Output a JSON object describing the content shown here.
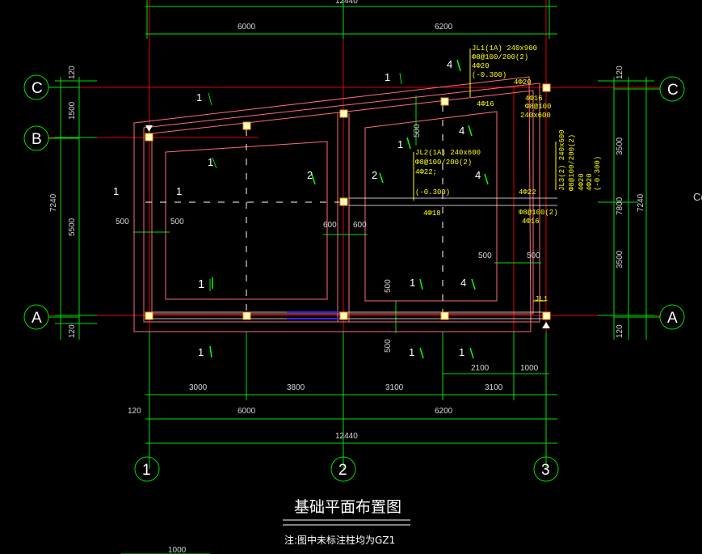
{
  "colors": {
    "background": "#000000",
    "dimension": "#00ff00",
    "beam": "#ff5a5a",
    "axis": "#ff0000",
    "wall": "#ff9eb4",
    "annotation": "#ffff00",
    "text": "#ffffff",
    "column": "#ffffcc",
    "tie": "#0000ff"
  },
  "top_dims": {
    "total": "12440",
    "left": "6000",
    "right": "6200"
  },
  "bottom_dims": {
    "seg1": "3000",
    "seg2": "3800",
    "seg3": "3100",
    "seg4": "3100",
    "seg5": "2100",
    "seg6": "1000",
    "span1": "6000",
    "span2": "6200",
    "total": "12440",
    "edge_left": "120"
  },
  "left_dims": {
    "top_edge": "120",
    "seg1": "1500",
    "seg2": "5500",
    "bottom_edge": "120",
    "total": "7240"
  },
  "right_dims": {
    "top_edge": "120",
    "seg1": "3500",
    "seg2": "3500",
    "total": "7800",
    "total2": "7240",
    "bottom_edge": "120"
  },
  "inner_dims": {
    "d500a": "500",
    "d500b": "500",
    "d600a": "600",
    "d600b": "600",
    "d500c": "500",
    "d500d": "500",
    "v500a": "500",
    "v500b": "500",
    "v500c": "500"
  },
  "axis_labels": {
    "c_left": "C",
    "b_left": "B",
    "a_left": "A",
    "c_right": "C",
    "a_right": "A",
    "n1": "1",
    "n2": "2",
    "n3": "3"
  },
  "section_marks": [
    "1",
    "1",
    "1",
    "1",
    "1",
    "1",
    "2",
    "2",
    "4",
    "1",
    "1",
    "4",
    "1",
    "4",
    "4",
    "1",
    "1"
  ],
  "annotations": {
    "jl1_title": "JL1(1A) 240x900",
    "jl1_l2": "Φ8@100/200(2)",
    "jl1_l3": "4Φ20",
    "jl1_l4": "(-0.300)",
    "jl1_near1": "4Φ20",
    "jl1_near2": "4Φ16",
    "jl2_title": "JL2(1A) 240x600",
    "jl2_l2": "Φ8@100/200(2)",
    "jl2_l3": "4Φ22;",
    "jl2_l4": "(-0.300)",
    "jl2_bot": "4Φ18",
    "jl2_right": "4Φ22",
    "jl3_l1": "4Φ16",
    "jl3_l2": "Φ8@100",
    "jl3_l3": "240x600",
    "jl3_side1": "JL3(2) 240x600",
    "jl3_side2": "Φ8@100/200(2)",
    "jl3_side3": "4Φ20",
    "jl3_side4": "4Φ20",
    "jl3_side5": "(-0.300)",
    "jl3_bot1": "Φ8@100(2)",
    "jl3_bot2": "4Φ16",
    "jl_mark": "JL1",
    "partial": "C("
  },
  "title": "基础平面布置图",
  "note": "注:图中未标注柱均为GZ1",
  "bottom_text": "1000"
}
